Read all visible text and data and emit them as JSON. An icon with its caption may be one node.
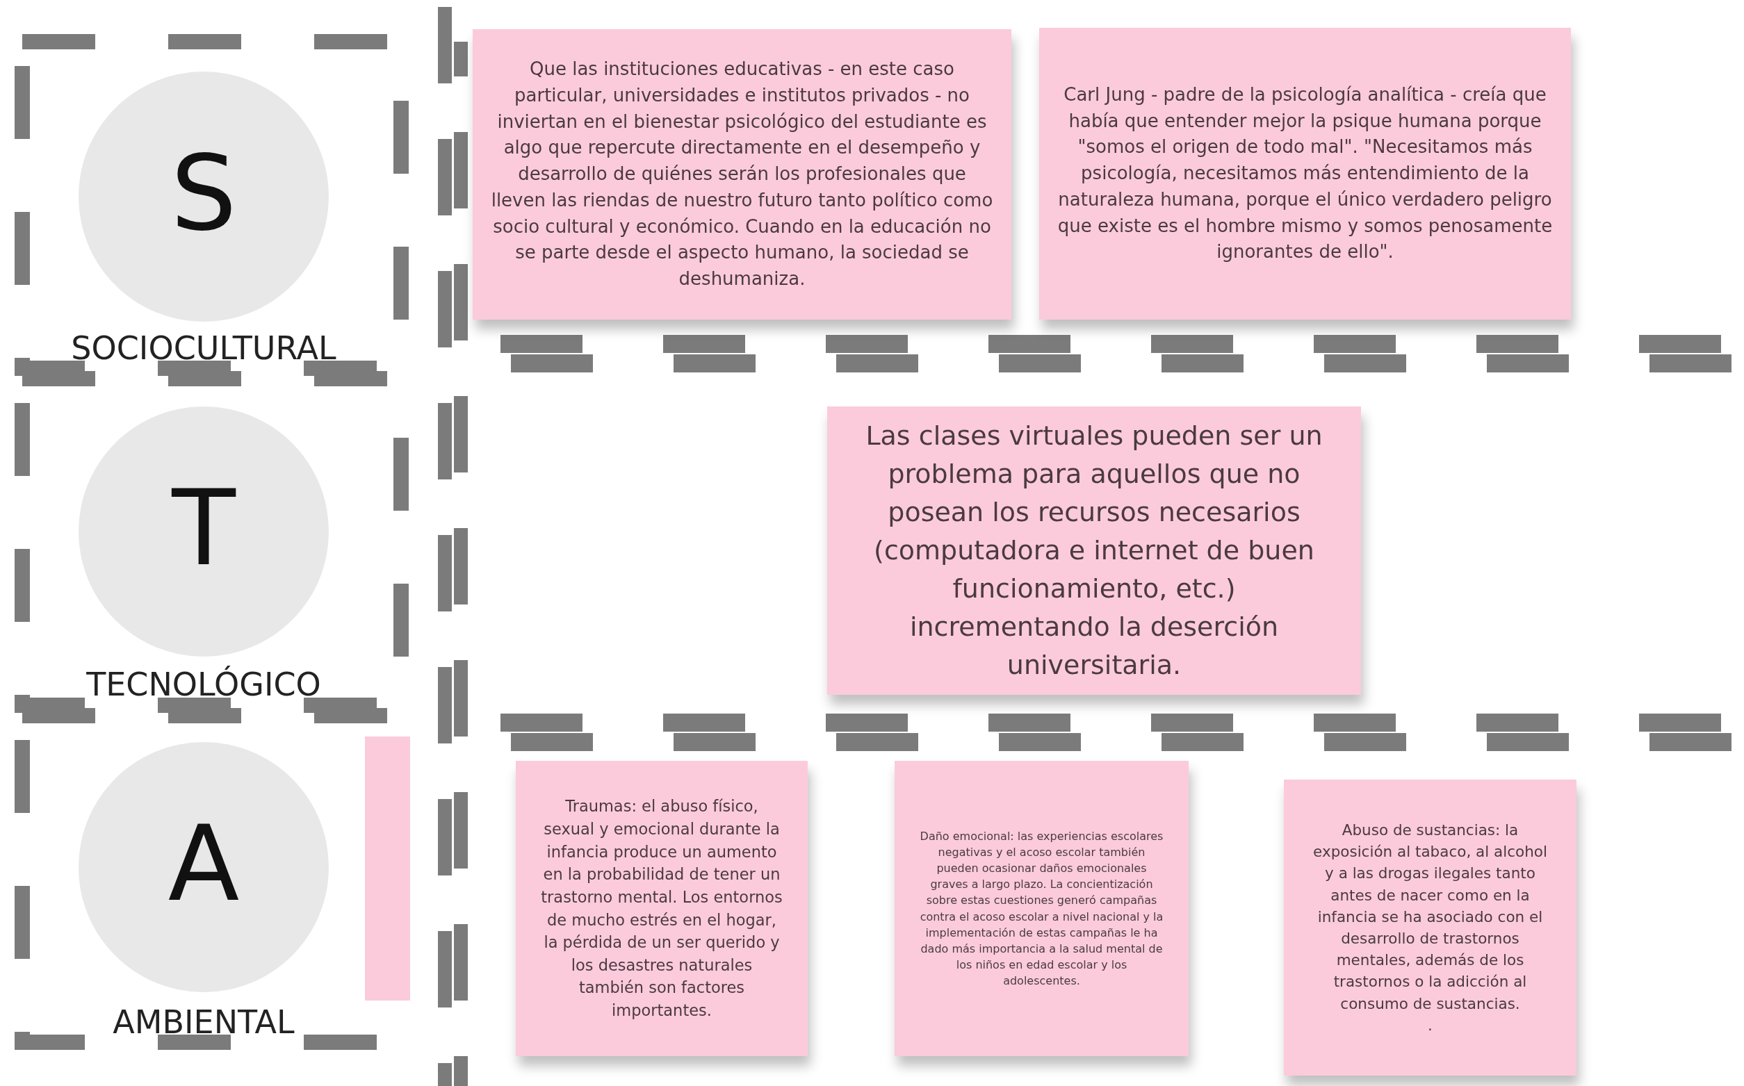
{
  "diagram": {
    "nodes": [
      {
        "text": [
          "S",
          "SOCIOCULTURAL"
        ]
      },
      {
        "text": [
          "T",
          "TECNOLÓGICO"
        ]
      },
      {
        "text": [
          "A",
          "AMBIENTAL"
        ]
      },
      {
        "text": [],
        "shape": "box"
      },
      {
        "text": [
          "Que las instituciones educativas - en este caso particular, universidades e institutos privados - no inviertan en el bienestar psicológico del estudiante es algo que repercute directamente en el desempeño y desarrollo de quiénes serán los profesionales que lleven las riendas de nuestro futuro tanto político como socio cultural y económico. Cuando en la educación no se parte desde el aspecto humano, la sociedad se deshumaniza."
        ]
      },
      {
        "text": [
          "Carl Jung  - padre de la psicología analítica - creía que había que entender mejor la psique humana porque \"somos el origen de todo mal\". \"Necesitamos más psicología, necesitamos más entendimiento de la naturaleza humana, porque el único verdadero peligro que existe es el hombre mismo y somos penosamente ignorantes de ello\"."
        ]
      },
      {
        "text": [
          "Las clases virtuales pueden ser un problema para aquellos que no posean los recursos necesarios (computadora e internet de buen funcionamiento, etc.) incrementando la deserción universitaria."
        ]
      },
      {
        "text": [
          "Traumas: el abuso físico, sexual y emocional durante la infancia produce un aumento en la probabilidad de tener un trastorno mental. Los entornos de mucho estrés en el hogar, la pérdida de un ser querido y los desastres naturales también son factores importantes."
        ]
      },
      {
        "text": [
          "Daño emocional: las experiencias escolares negativas y el acoso escolar también pueden ocasionar daños emocionales graves a largo plazo. La concientización sobre estas cuestiones generó campañas contra el acoso escolar a nivel nacional y la implementación de estas campañas le ha dado más importancia a la salud mental de los niños en edad escolar y los adolescentes."
        ]
      },
      {
        "text": [
          "Abuso de sustancias: la exposición al tabaco, al alcohol y a las drogas ilegales tanto antes de nacer como en la infancia se ha asociado con el desarrollo de trastornos mentales, además de los trastornos o la adicción al consumo de sustancias.",
          "."
        ]
      }
    ],
    "edges": []
  }
}
